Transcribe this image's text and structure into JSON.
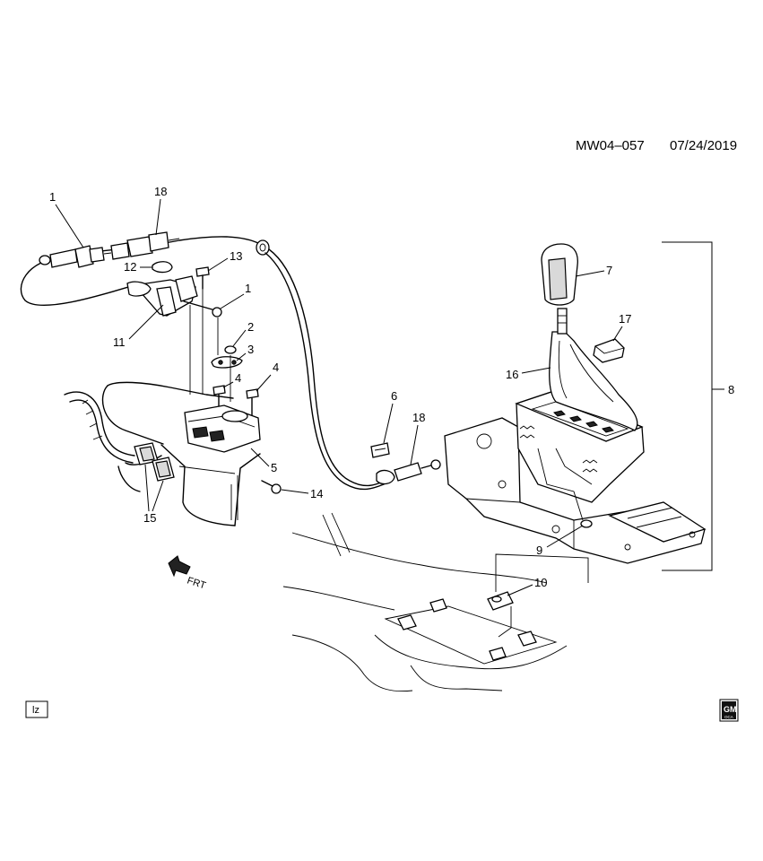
{
  "header": {
    "code": "MW04–057",
    "date": "07/24/2019"
  },
  "direction": {
    "label": "FRT"
  },
  "corner_box": {
    "label": "lz"
  },
  "brand": {
    "logo_text": "GM",
    "sub_text": "OCA"
  },
  "callouts": {
    "c1a": "1",
    "c18a": "18",
    "c12": "12",
    "c13": "13",
    "c1b": "1",
    "c11": "11",
    "c2": "2",
    "c3": "3",
    "c4a": "4",
    "c4b": "4",
    "c5": "5",
    "c14": "14",
    "c15": "15",
    "c6": "6",
    "c18b": "18",
    "c7": "7",
    "c17": "17",
    "c16": "16",
    "c8": "8",
    "c9": "9",
    "c10": "10"
  }
}
